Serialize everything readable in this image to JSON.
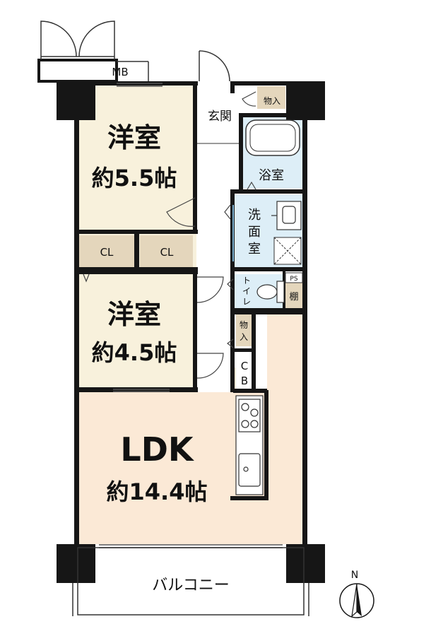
{
  "rooms": {
    "western1": {
      "name": "洋室",
      "size": "約5.5帖"
    },
    "western2": {
      "name": "洋室",
      "size": "約4.5帖"
    },
    "ldk": {
      "name": "LDK",
      "size": "約14.4帖"
    },
    "closet1": "CL",
    "closet2": "CL",
    "mb": "MB",
    "entrance": "玄関",
    "storage_top": "物入",
    "bath": "浴室",
    "washroom": [
      "洗",
      "面",
      "室"
    ],
    "toilet": [
      "ト",
      "イ",
      "レ"
    ],
    "ps": "PS",
    "shelf": "棚",
    "storage_mid": [
      "物",
      "入"
    ],
    "cb": [
      "C",
      "B"
    ],
    "balcony": "バルコニー"
  },
  "compass": {
    "north_label": "N"
  },
  "colors": {
    "wall": "#161616",
    "western_floor": "#f8f1dc",
    "ldk_floor": "#fbe9d6",
    "closet_floor": "#e4d6bc",
    "wet_floor": "#ddeef7",
    "corridor_floor": "#ffffff"
  }
}
